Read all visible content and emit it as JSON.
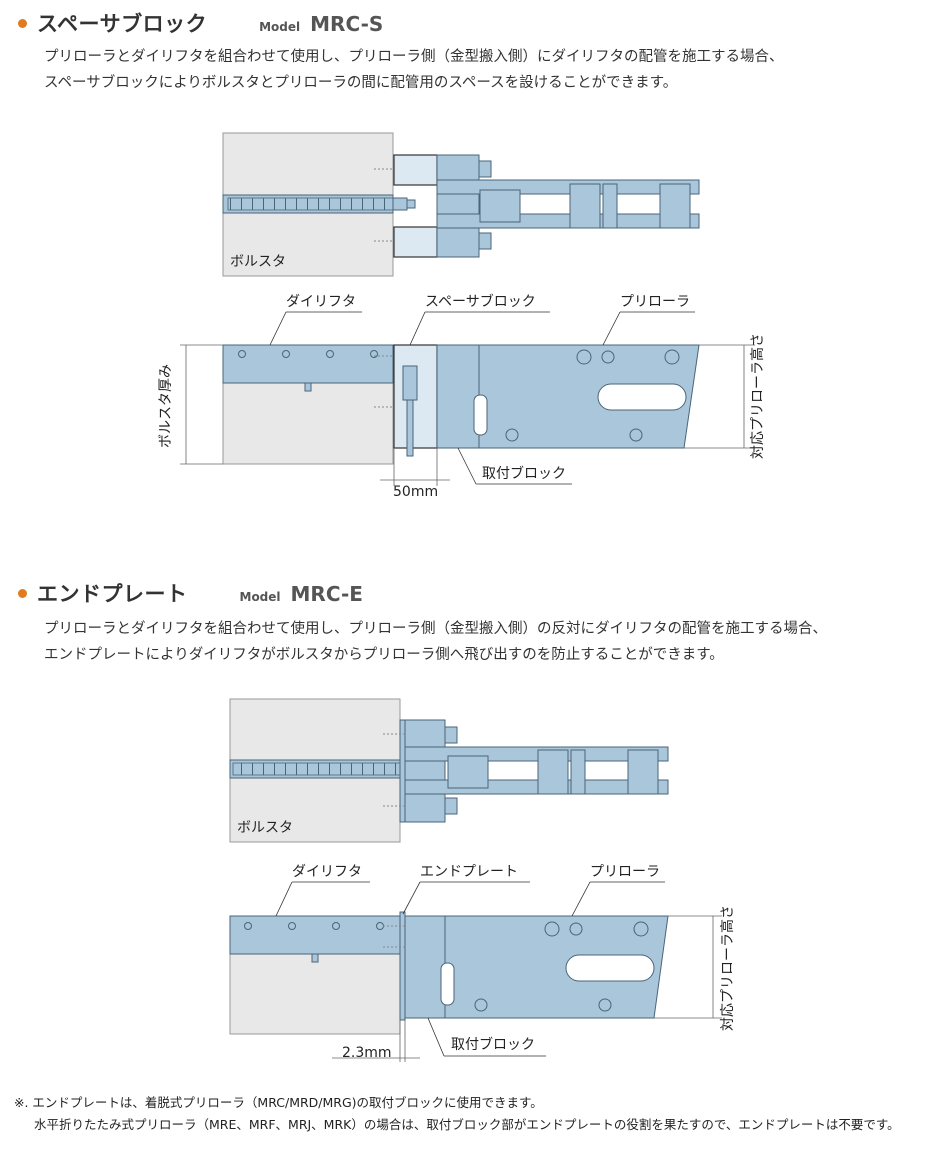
{
  "section1": {
    "title": "スペーサブロック",
    "model_label": "Model",
    "model_code": "MRC-S",
    "desc_line1": "プリローラとダイリフタを組合わせて使用し、プリローラ側（金型搬入側）にダイリフタの配管を施工する場合、",
    "desc_line2": "スペーサブロックによりボルスタとプリローラの間に配管用のスペースを設けることができます。",
    "top_label_bolster": "ボルスタ",
    "label_dielifter": "ダイリフタ",
    "label_spacer": "スペーサブロック",
    "label_preroller": "プリローラ",
    "label_bolster_thickness": "ボルスタ厚み",
    "label_roller_height": "対応プリローラ高さ",
    "label_mount_block": "取付ブロック",
    "label_dimension": "50mm"
  },
  "section2": {
    "title": "エンドプレート",
    "model_label": "Model",
    "model_code": "MRC-E",
    "desc_line1": "プリローラとダイリフタを組合わせて使用し、プリローラ側（金型搬入側）の反対にダイリフタの配管を施工する場合、",
    "desc_line2": "エンドプレートによりダイリフタがボルスタからプリローラ側へ飛び出すのを防止することができます。",
    "top_label_bolster": "ボルスタ",
    "label_dielifter": "ダイリフタ",
    "label_endplate": "エンドプレート",
    "label_preroller": "プリローラ",
    "label_roller_height": "対応プリローラ高さ",
    "label_mount_block": "取付ブロック",
    "label_dimension": "2.3mm"
  },
  "note": {
    "line1": "※. エンドプレートは、着脱式プリローラ（MRC/MRD/MRG)の取付ブロックに使用できます。",
    "line2": "水平折りたたみ式プリローラ（MRE、MRF、MRJ、MRK）の場合は、取付ブロック部がエンドプレートの役割を果たすので、エンドプレートは不要です。"
  },
  "colors": {
    "bullet": "#e07b1f",
    "part_fill": "#a9c6db",
    "part_stroke": "#4a6478",
    "bolster_fill": "#e8e8e8",
    "spacer_fill": "#dce9f3"
  }
}
